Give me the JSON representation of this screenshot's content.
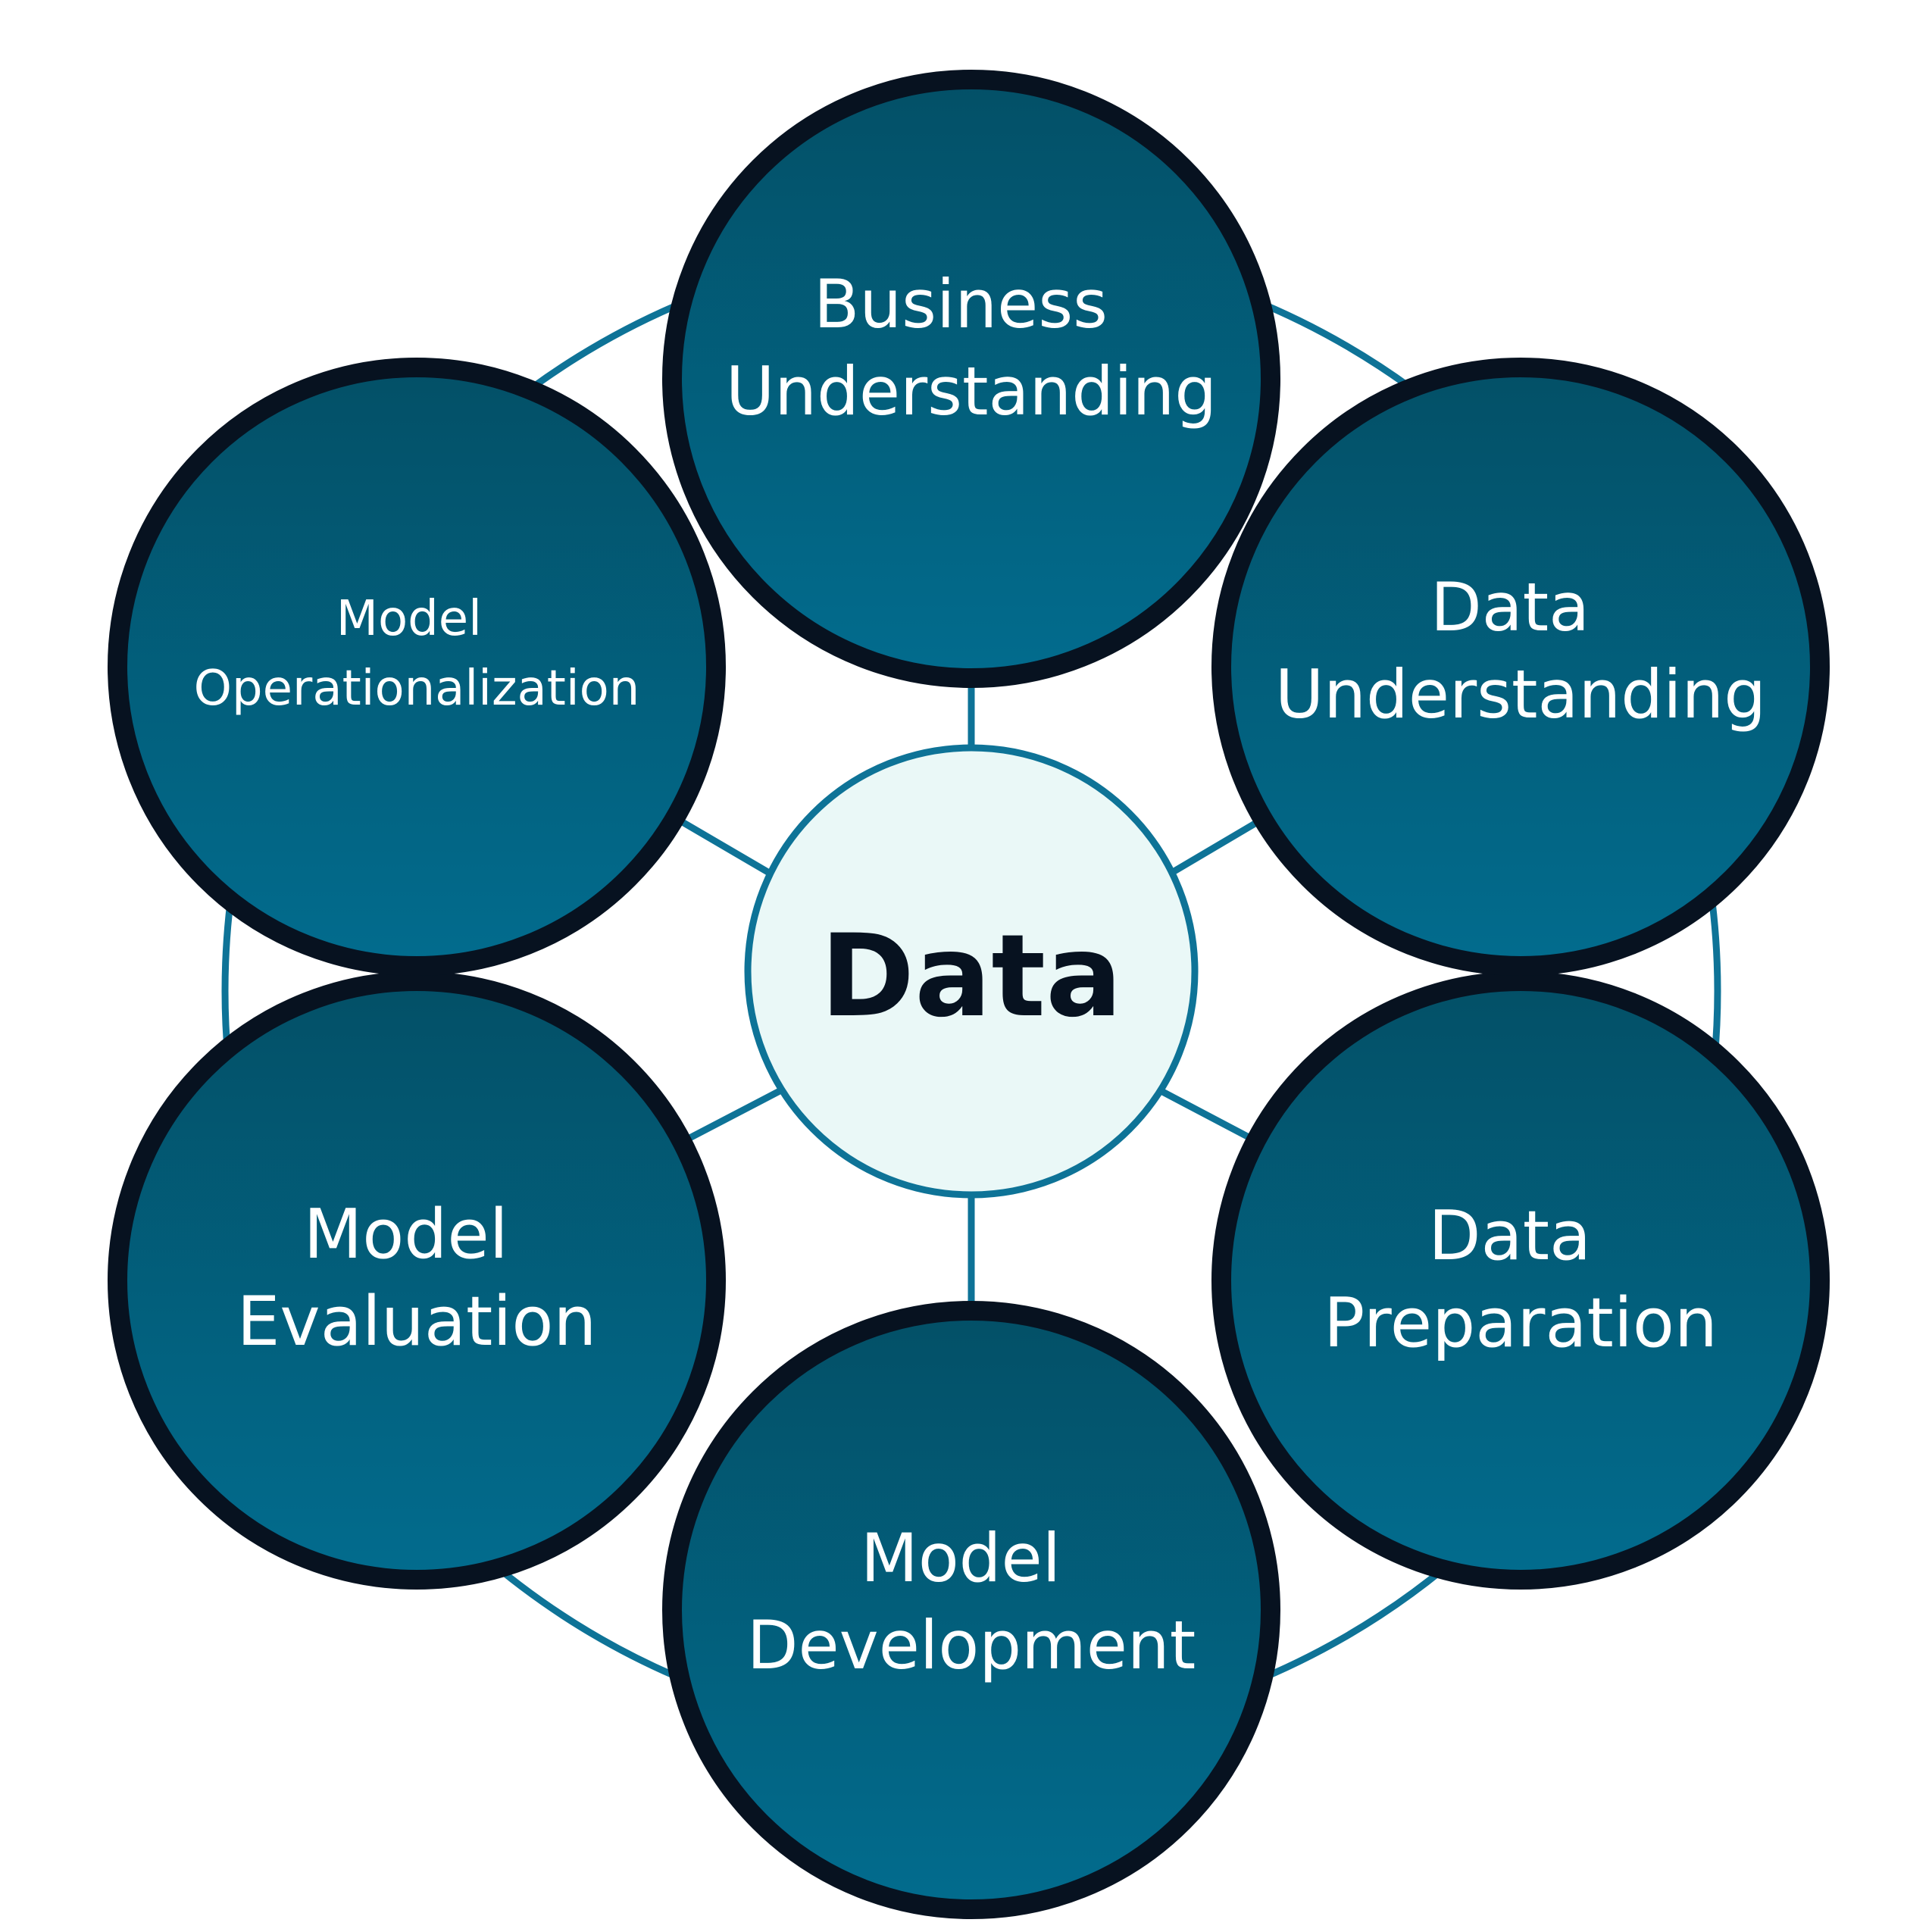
{
  "center": {
    "label": "Data"
  },
  "nodes": [
    {
      "id": "business-understanding",
      "lines": [
        "Business",
        "Understanding"
      ]
    },
    {
      "id": "data-understanding",
      "lines": [
        "Data",
        "Understanding"
      ]
    },
    {
      "id": "data-preparation",
      "lines": [
        "Data",
        "Preparation"
      ]
    },
    {
      "id": "model-development",
      "lines": [
        "Model",
        "Development"
      ]
    },
    {
      "id": "model-evaluation",
      "lines": [
        "Model",
        "Evaluation"
      ]
    },
    {
      "id": "model-operationalization",
      "lines": [
        "Model",
        "Operationalization"
      ]
    }
  ],
  "colors": {
    "node_fill_top": "#035067",
    "node_fill_bottom": "#026c8e",
    "node_border": "#071220",
    "connector": "#0e7397",
    "center_fill": "#eaf8f7",
    "center_border": "#0e7397",
    "center_text": "#071220",
    "node_text": "#ffffff"
  }
}
